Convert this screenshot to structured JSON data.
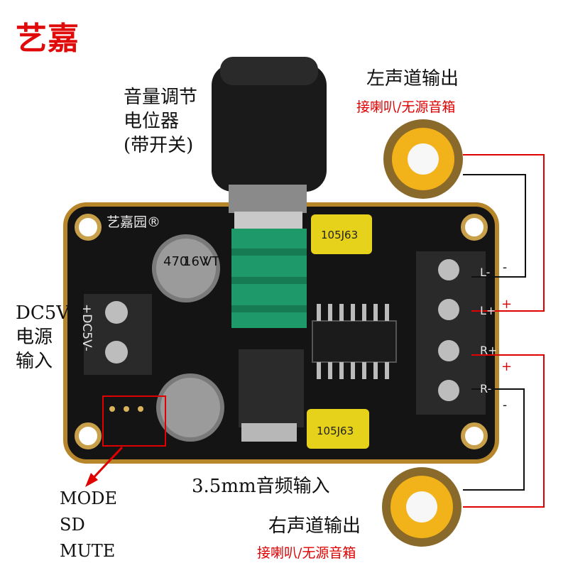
{
  "brand": "艺嘉",
  "board_brand": "艺嘉园®",
  "labels": {
    "volume_line1": "音量调节",
    "volume_line2": "电位器",
    "volume_line3": "(带开关)",
    "left_out_title": "左声道输出",
    "left_out_sub": "接喇叭/无源音箱",
    "right_out_title": "右声道输出",
    "right_out_sub": "接喇叭/无源音箱",
    "power_line1": "DC5V",
    "power_line2": "电源",
    "power_line3": "输入",
    "audio_in": "3.5mm音频输入",
    "mode": "MODE",
    "sd": "SD",
    "mute": "MUTE"
  },
  "terminal_marks": {
    "l_minus": "L-",
    "l_plus": "L+",
    "r_plus": "R+",
    "r_minus": "R-",
    "wire_minus": "-",
    "wire_plus": "+"
  },
  "components": {
    "cap1_value": "470",
    "cap1_volt": "16V",
    "cap1_series": "VT",
    "film_cap": "105J63",
    "power_terminal": "+DC5V-"
  },
  "colors": {
    "pcb": "#141414",
    "board_edge": "#b8862a",
    "accent_red": "#e00000",
    "brand_red": "#e10a0a",
    "film_cap": "#e6d21a",
    "pot_green": "#1e9a6a"
  }
}
